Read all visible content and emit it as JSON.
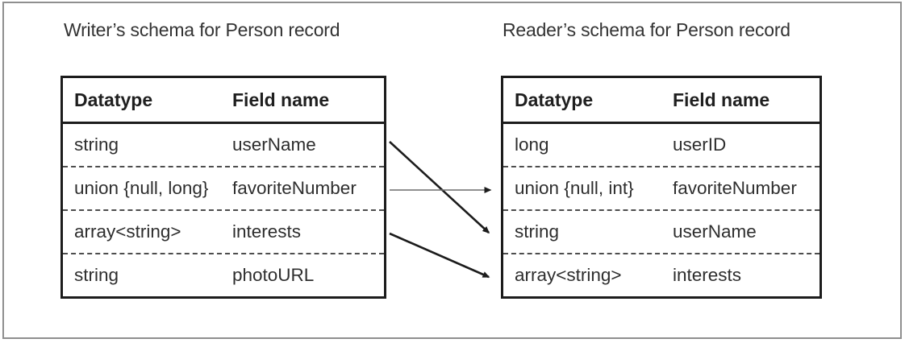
{
  "figure": {
    "writer_title": "Writer’s schema for Person record",
    "reader_title": "Reader’s schema for Person record"
  },
  "tables": {
    "writer": {
      "headers": {
        "datatype": "Datatype",
        "field": "Field name"
      },
      "rows": [
        {
          "datatype": "string",
          "field": "userName"
        },
        {
          "datatype": "union {null, long}",
          "field": "favoriteNumber"
        },
        {
          "datatype": "array<string>",
          "field": "interests"
        },
        {
          "datatype": "string",
          "field": "photoURL"
        }
      ]
    },
    "reader": {
      "headers": {
        "datatype": "Datatype",
        "field": "Field name"
      },
      "rows": [
        {
          "datatype": "long",
          "field": "userID"
        },
        {
          "datatype": "union {null, int}",
          "field": "favoriteNumber"
        },
        {
          "datatype": "string",
          "field": "userName"
        },
        {
          "datatype": "array<string>",
          "field": "interests"
        }
      ]
    }
  },
  "arrows": [
    {
      "from_field": "userName",
      "from_side": "writer",
      "to_field": "userName",
      "to_side": "reader"
    },
    {
      "from_field": "favoriteNumber",
      "from_side": "writer",
      "to_field": "favoriteNumber",
      "to_side": "reader"
    },
    {
      "from_field": "interests",
      "from_side": "writer",
      "to_field": "interests",
      "to_side": "reader"
    }
  ],
  "colors": {
    "frame_border": "#8f8f8f",
    "table_border": "#1c1c1c",
    "dashed_divider": "#4d4d4d",
    "arrow_dark": "#1c1c1c",
    "arrow_light": "#6b6b6b",
    "text": "#2e2e2e"
  }
}
